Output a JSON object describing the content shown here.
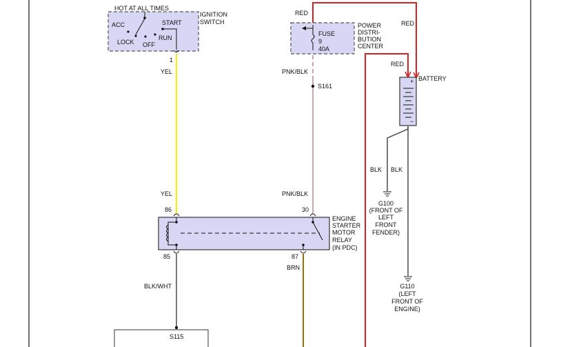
{
  "ignition": {
    "hot": "HOT AT ALL TIMES",
    "name1": "IGNITION",
    "name2": "SWITCH",
    "acc": "ACC",
    "start": "START",
    "lock": "LOCK",
    "off": "OFF",
    "run": "RUN",
    "pin": "1"
  },
  "pdc": {
    "red_top": "RED",
    "fuse": "FUSE",
    "fuse_num": "9",
    "fuse_amp": "40A",
    "name1": "POWER",
    "name2": "DISTRI-",
    "name3": "BUTION",
    "name4": "CENTER"
  },
  "battery": {
    "red_a": "RED",
    "red_b": "RED",
    "name": "BATTERY",
    "plus": "+",
    "minus": "−"
  },
  "wires": {
    "yel_top": "YEL",
    "yel_bottom": "YEL",
    "pnk_top": "PNK/BLK",
    "pnk_bottom": "PNK/BLK",
    "splice_s161": "S161",
    "blk_a": "BLK",
    "blk_b": "BLK",
    "blk_wht": "BLK/WHT",
    "brn": "BRN",
    "splice_s115": "S115"
  },
  "grounds": {
    "g100": [
      "G100",
      "(FRONT OF",
      "LEFT",
      "FRONT",
      "FENDER)"
    ],
    "g110": [
      "G110",
      "(LEFT",
      "FRONT OF",
      "ENGINE)"
    ]
  },
  "relay": {
    "name": [
      "ENGINE",
      "STARTER",
      "MOTOR",
      "RELAY",
      "(IN PDC)"
    ],
    "pin86": "86",
    "pin30": "30",
    "pin85": "85",
    "pin87": "87"
  },
  "colors": {
    "yel": "#f2f200",
    "pnk": "#c98a95",
    "red": "#d42020",
    "brn": "#9a7000",
    "blk": "#555555",
    "box_fill": "#d7d7f5"
  }
}
